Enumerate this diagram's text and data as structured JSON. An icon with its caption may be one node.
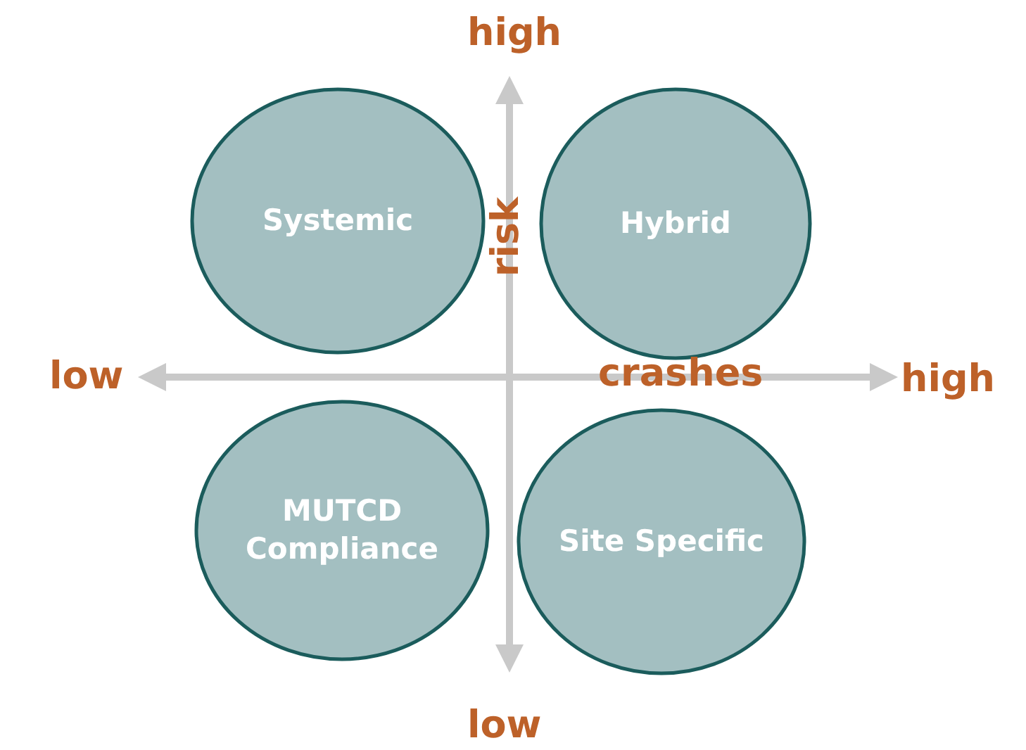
{
  "diagram": {
    "nodes": [
      {
        "text": [
          "Systemic"
        ]
      },
      {
        "text": [
          "Hybrid"
        ]
      },
      {
        "text": [
          "MUTCD Compliance"
        ]
      },
      {
        "text": [
          "Site Specific"
        ]
      }
    ],
    "labels": [
      "high",
      "risk",
      "low",
      "crashes",
      "high",
      "low"
    ]
  }
}
